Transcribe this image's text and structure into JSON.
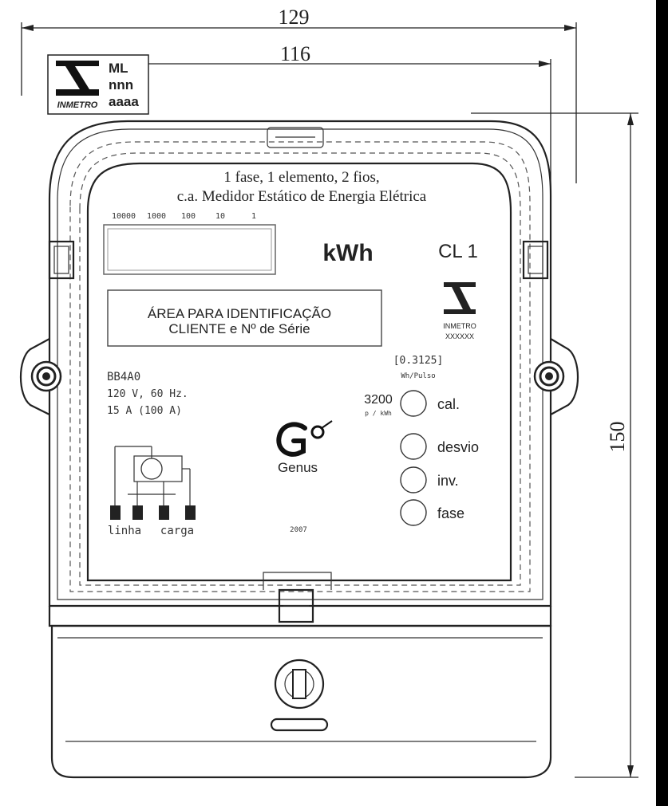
{
  "dimensions": {
    "total_width": "129",
    "inner_width": "116",
    "height": "150"
  },
  "inmetro_badge": {
    "brand": "INMETRO",
    "line1": "ML",
    "line2": "nnn",
    "line3": "aaaa"
  },
  "meter": {
    "title_line1": "1 fase, 1 elemento, 2 fios,",
    "title_line2": "c.a. Medidor Estático de Energia Elétrica",
    "register_digits": [
      "10000",
      "1000",
      "100",
      "10",
      "1"
    ],
    "unit": "kWh",
    "accuracy_class": "CL 1",
    "id_area_line1": "ÁREA PARA IDENTIFICAÇÃO",
    "id_area_line2": "CLIENTE e Nº de Série",
    "small_seal_label1": "INMETRO",
    "small_seal_label2": "XXXXXX",
    "model": "BB4A0",
    "voltage_freq": "120 V, 60 Hz.",
    "current": "15 A (100 A)",
    "pulse_value": "[0.3125]",
    "pulse_unit": "Wh/Pulso",
    "constant": "3200",
    "constant_unit": "p / kWh",
    "indicators": [
      "cal.",
      "desvio",
      "inv.",
      "fase"
    ],
    "brand": "Genus",
    "year": "2007",
    "terminal_labels": [
      "linha",
      "carga"
    ]
  },
  "colors": {
    "outline": "#222222",
    "background": "#ffffff"
  }
}
